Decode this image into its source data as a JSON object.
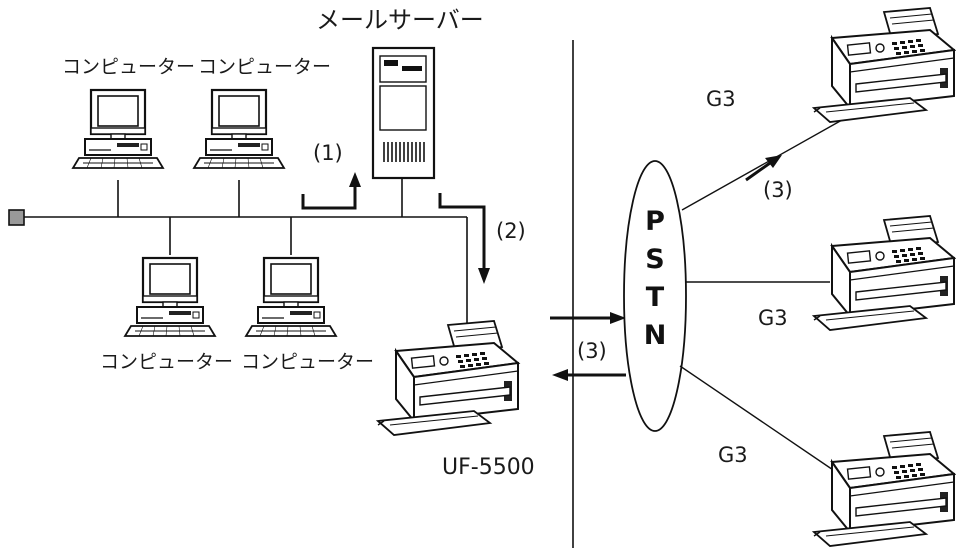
{
  "server": {
    "label": "メールサーバー"
  },
  "computers": [
    {
      "label": "コンピューター"
    },
    {
      "label": "コンピューター"
    },
    {
      "label": "コンピューター"
    },
    {
      "label": "コンピューター"
    }
  ],
  "steps": {
    "one": "(1)",
    "two": "(2)",
    "three_left": "(3)",
    "three_right": "(3)"
  },
  "fax_main": {
    "label": "UF-5500"
  },
  "pstn": {
    "letters": [
      "P",
      "S",
      "T",
      "N"
    ]
  },
  "remote_fax": [
    {
      "line_label": "G3"
    },
    {
      "line_label": "G3"
    },
    {
      "line_label": "G3"
    }
  ]
}
